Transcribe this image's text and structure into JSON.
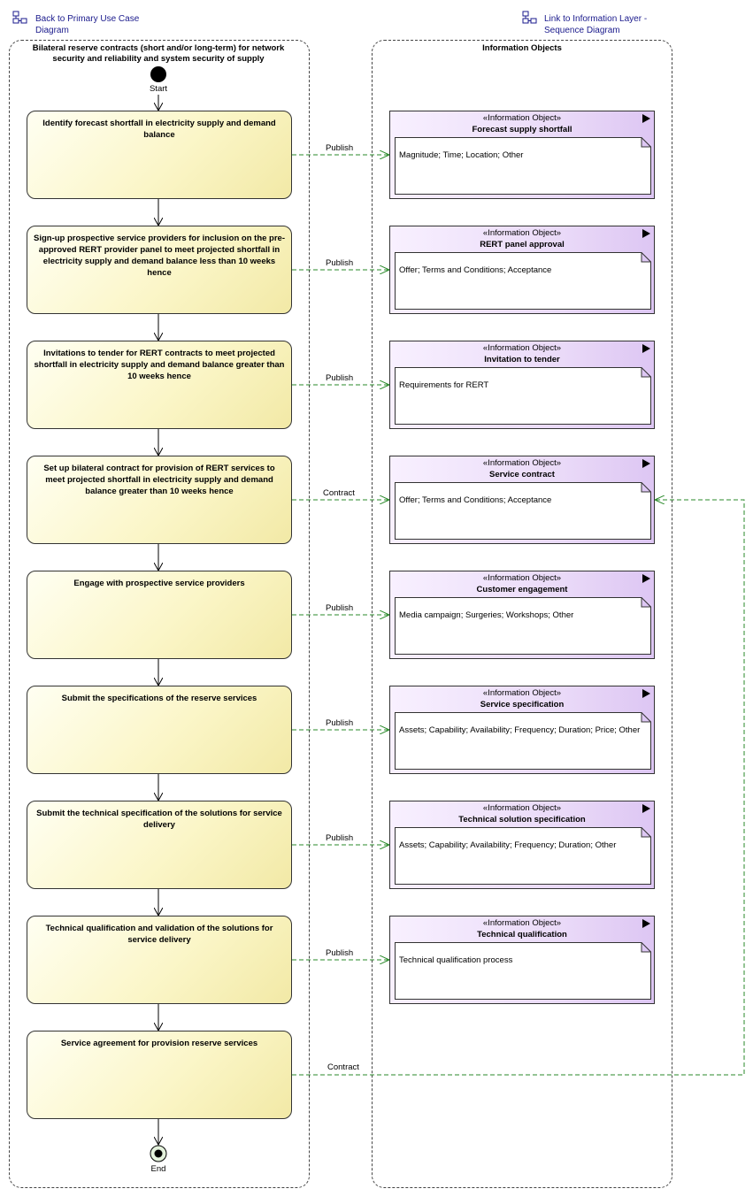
{
  "nav": {
    "back_link": "Back to Primary Use Case\nDiagram",
    "info_link": "Link to Information Layer -\nSequence Diagram"
  },
  "lanes": {
    "left_title": "Bilateral reserve contracts (short and/or long-term) for network\nsecurity and reliability and system security of supply",
    "right_title": "Information Objects"
  },
  "start_label": "Start",
  "end_label": "End",
  "actions": [
    {
      "text": "Identify forecast shortfall in electricity supply and demand balance"
    },
    {
      "text": "Sign-up prospective service providers for inclusion on the pre-approved RERT provider panel to meet projected shortfall in electricity supply and demand balance less than 10 weeks hence"
    },
    {
      "text": "Invitations to tender for RERT contracts to meet projected shortfall in electricity supply and demand balance greater than 10 weeks hence"
    },
    {
      "text": "Set up bilateral contract for provision of RERT services to meet projected shortfall in electricity supply and demand balance greater than 10 weeks hence"
    },
    {
      "text": "Engage with prospective service providers"
    },
    {
      "text": "Submit the specifications of the reserve services"
    },
    {
      "text": "Submit the technical specification of the solutions for service delivery"
    },
    {
      "text": "Technical qualification and validation of the solutions for service delivery"
    },
    {
      "text": "Service agreement for provision reserve services"
    }
  ],
  "objects": [
    {
      "stereotype": "«Information Object»",
      "name": "Forecast supply shortfall",
      "attributes": "Magnitude; Time; Location; Other"
    },
    {
      "stereotype": "«Information Object»",
      "name": "RERT panel approval",
      "attributes": "Offer; Terms and Conditions; Acceptance"
    },
    {
      "stereotype": "«Information Object»",
      "name": "Invitation to tender",
      "attributes": "Requirements for RERT"
    },
    {
      "stereotype": "«Information Object»",
      "name": "Service contract",
      "attributes": "Offer; Terms and Conditions; Acceptance"
    },
    {
      "stereotype": "«Information Object»",
      "name": "Customer engagement",
      "attributes": "Media campaign; Surgeries; Workshops; Other"
    },
    {
      "stereotype": "«Information Object»",
      "name": "Service specification",
      "attributes": "Assets; Capability; Availability; Frequency; Duration; Price; Other"
    },
    {
      "stereotype": "«Information Object»",
      "name": "Technical solution specification",
      "attributes": "Assets; Capability; Availability; Frequency; Duration; Other"
    },
    {
      "stereotype": "«Information Object»",
      "name": "Technical qualification",
      "attributes": "Technical qualification process"
    }
  ],
  "flow_labels": [
    "Publish",
    "Publish",
    "Publish",
    "Contract",
    "Publish",
    "Publish",
    "Publish",
    "Publish"
  ],
  "final_flow_label": "Contract"
}
